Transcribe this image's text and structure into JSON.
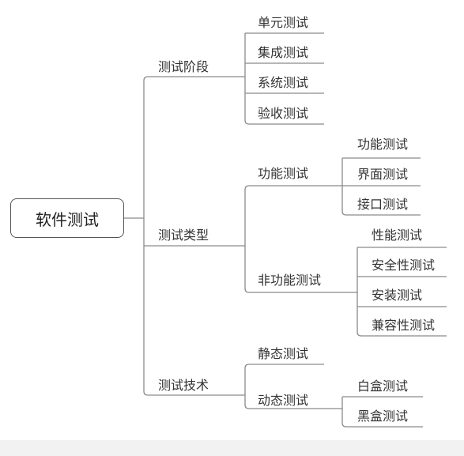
{
  "root": "软件测试",
  "branches": [
    {
      "label": "测试阶段",
      "children": [
        {
          "label": "单元测试"
        },
        {
          "label": "集成测试"
        },
        {
          "label": "系统测试"
        },
        {
          "label": "验收测试"
        }
      ]
    },
    {
      "label": "测试类型",
      "children": [
        {
          "label": "功能测试",
          "children": [
            "功能测试",
            "界面测试",
            "接口测试"
          ]
        },
        {
          "label": "非功能测试",
          "children": [
            "性能测试",
            "安全性测试",
            "安装测试",
            "兼容性测试"
          ]
        }
      ]
    },
    {
      "label": "测试技术",
      "children": [
        {
          "label": "静态测试"
        },
        {
          "label": "动态测试",
          "children": [
            "白盒测试",
            "黑盒测试"
          ]
        }
      ]
    }
  ],
  "colors": {
    "line": "#8a8a8a",
    "root_border": "#555555",
    "text": "#333333"
  }
}
